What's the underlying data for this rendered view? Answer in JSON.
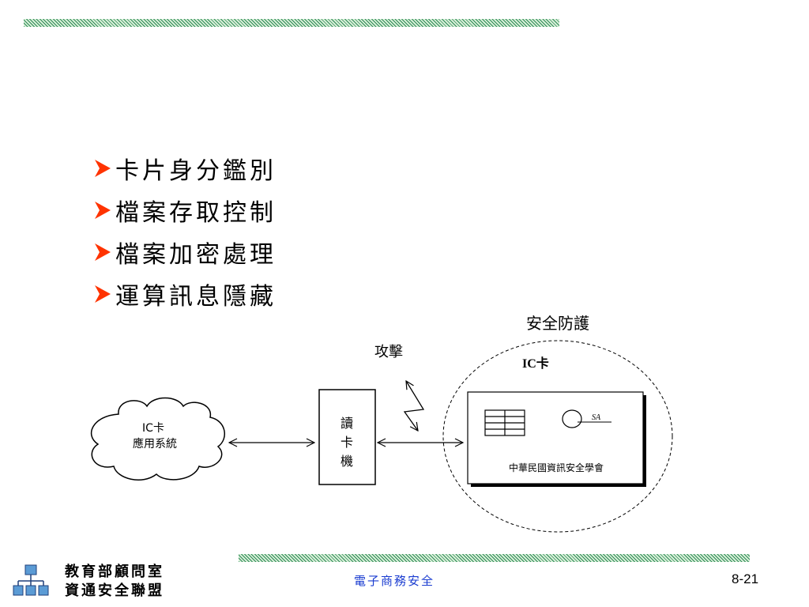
{
  "slide": {
    "bullets": [
      "卡片身分鑑別",
      "檔案存取控制",
      "檔案加密處理",
      "運算訊息隱藏"
    ]
  },
  "diagram": {
    "cloud_label": [
      "IC卡",
      "應用系統"
    ],
    "reader_label": [
      "讀",
      "卡",
      "機"
    ],
    "attack_label": "攻擊",
    "protection_label": "安全防護",
    "card_title": "IC卡",
    "card_logo_text": "SA",
    "card_org": "中華民國資訊安全學會"
  },
  "footer": {
    "org_lines": [
      "教育部顧問室",
      "資通安全聯盟"
    ],
    "title": "電子商務安全",
    "page": "8-21"
  },
  "colors": {
    "bullet_arrow": "#ff3300",
    "hatch": "#2e8b57",
    "footer_title": "#1a3cd0",
    "logo": "#5b9bd5"
  }
}
